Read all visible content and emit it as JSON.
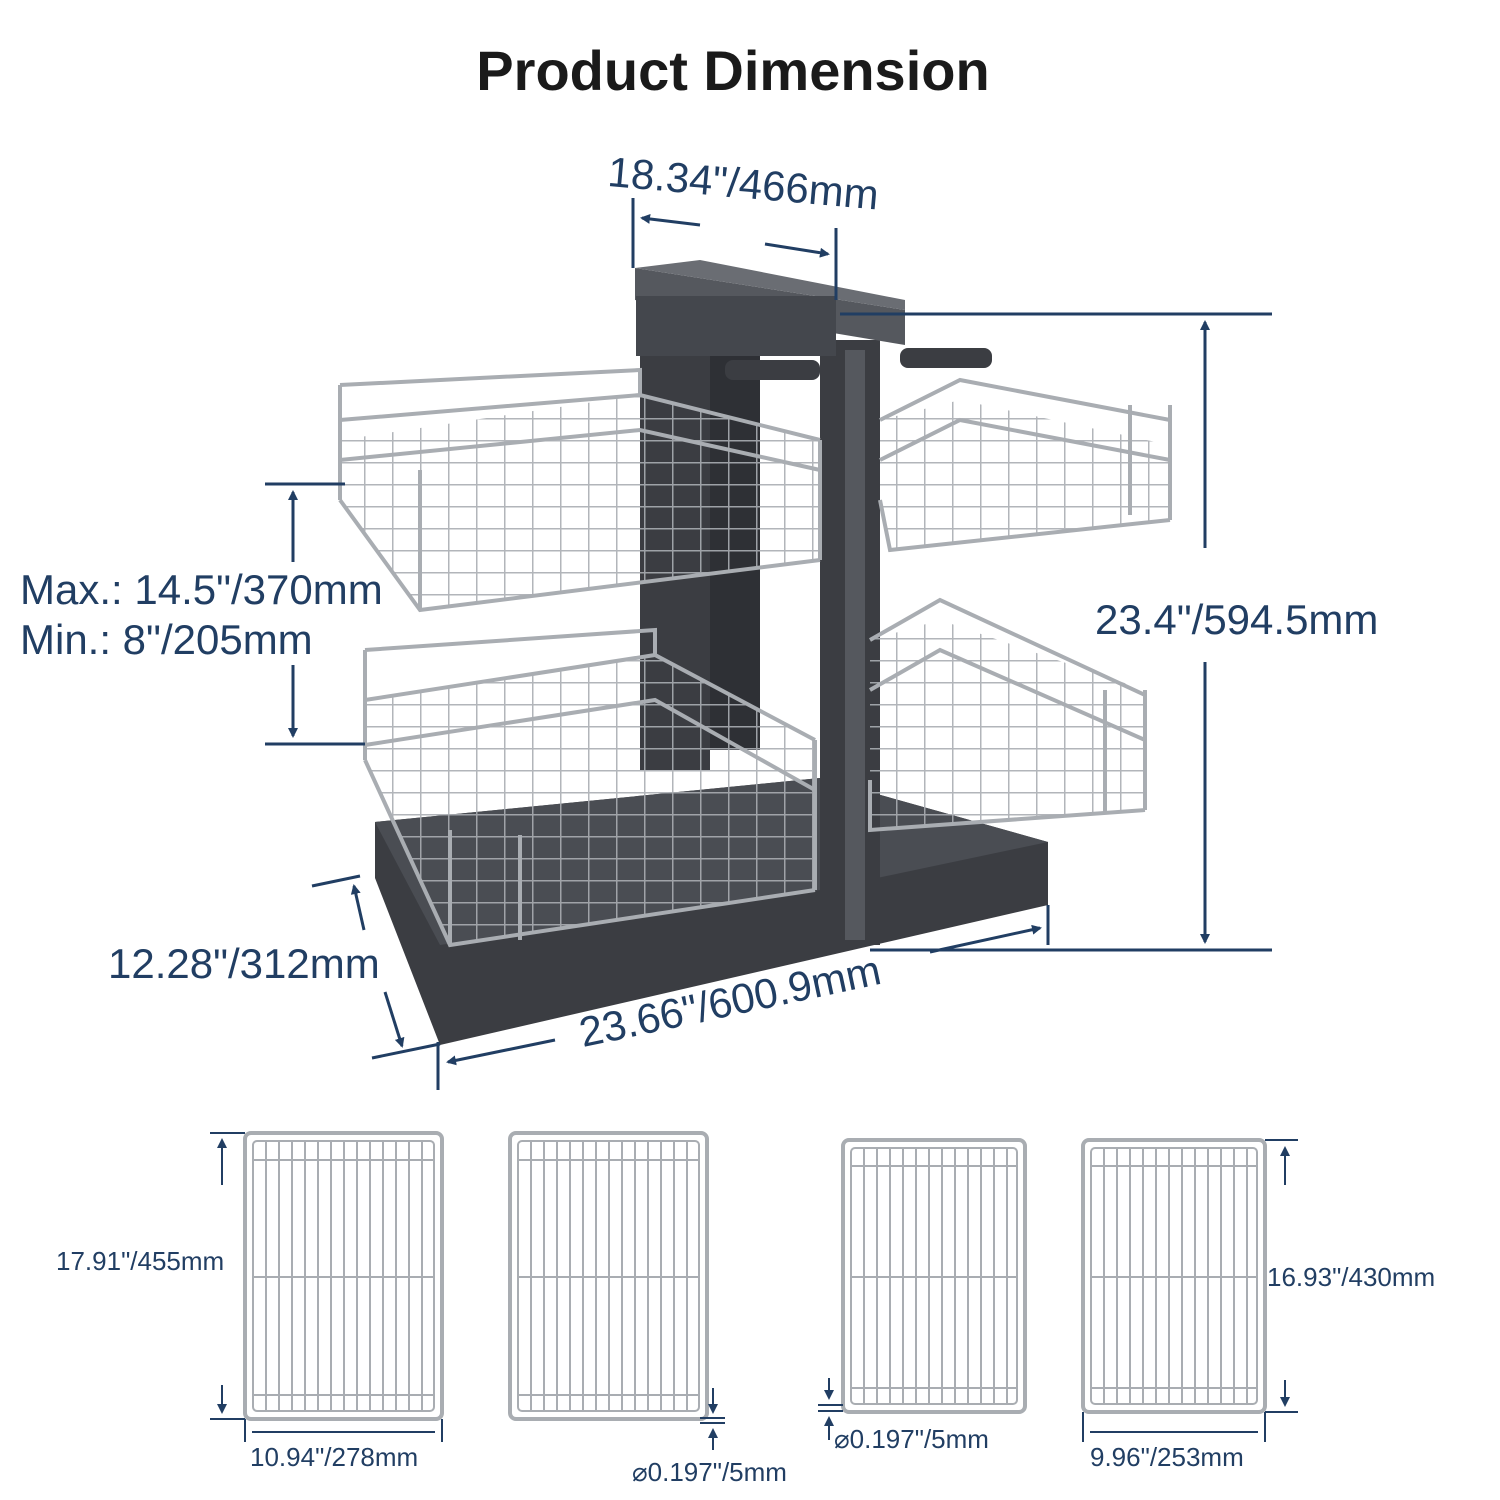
{
  "title": "Product Dimension",
  "colors": {
    "dimension": "#213e63",
    "frame": "#3b3d42",
    "frame_light": "#5a5d63",
    "wire": "#a9adb2",
    "title": "#1a1a1a"
  },
  "dimensions": {
    "top_width": "18.34\"/466mm",
    "height": "23.4\"/594.5mm",
    "max_spacing": "Max.: 14.5\"/370mm",
    "min_spacing": "Min.: 8\"/205mm",
    "depth": "12.28\"/312mm",
    "bottom_width": "23.66\"/600.9mm"
  },
  "baskets": {
    "large_length": "17.91\"/455mm",
    "large_width": "10.94\"/278mm",
    "large_wire": "0.197\"/5mm",
    "small_length": "16.93\"/430mm",
    "small_width": "9.96\"/253mm",
    "small_wire": "0.197\"/5mm"
  },
  "icons": {
    "diameter": "diameter-icon",
    "arrow": "arrow-icon"
  }
}
